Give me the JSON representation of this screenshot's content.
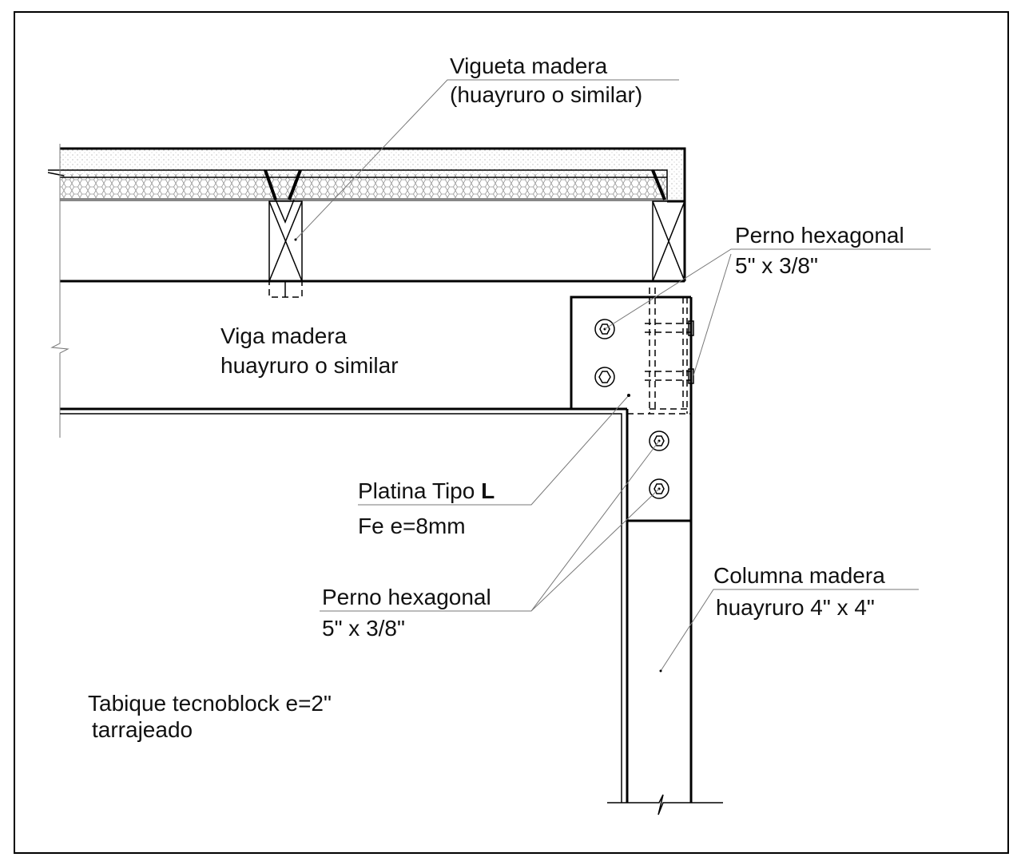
{
  "labels": {
    "vigueta_1": "Vigueta madera",
    "vigueta_2": "(huayruro o similar)",
    "perno_top_1": "Perno hexagonal",
    "perno_top_2": "5\" x 3/8\"",
    "viga_1": "Viga madera",
    "viga_2": "huayruro o similar",
    "platina_1": "Platina Tipo ",
    "platina_1b": "L",
    "platina_2": "Fe e=8mm",
    "perno_bottom_1": "Perno hexagonal",
    "perno_bottom_2": "5\" x 3/8\"",
    "columna_1": "Columna madera",
    "columna_2": "huayruro 4\" x 4\"",
    "tabique_1": "Tabique tecnoblock e=2\"",
    "tabique_2": "tarrajeado"
  }
}
